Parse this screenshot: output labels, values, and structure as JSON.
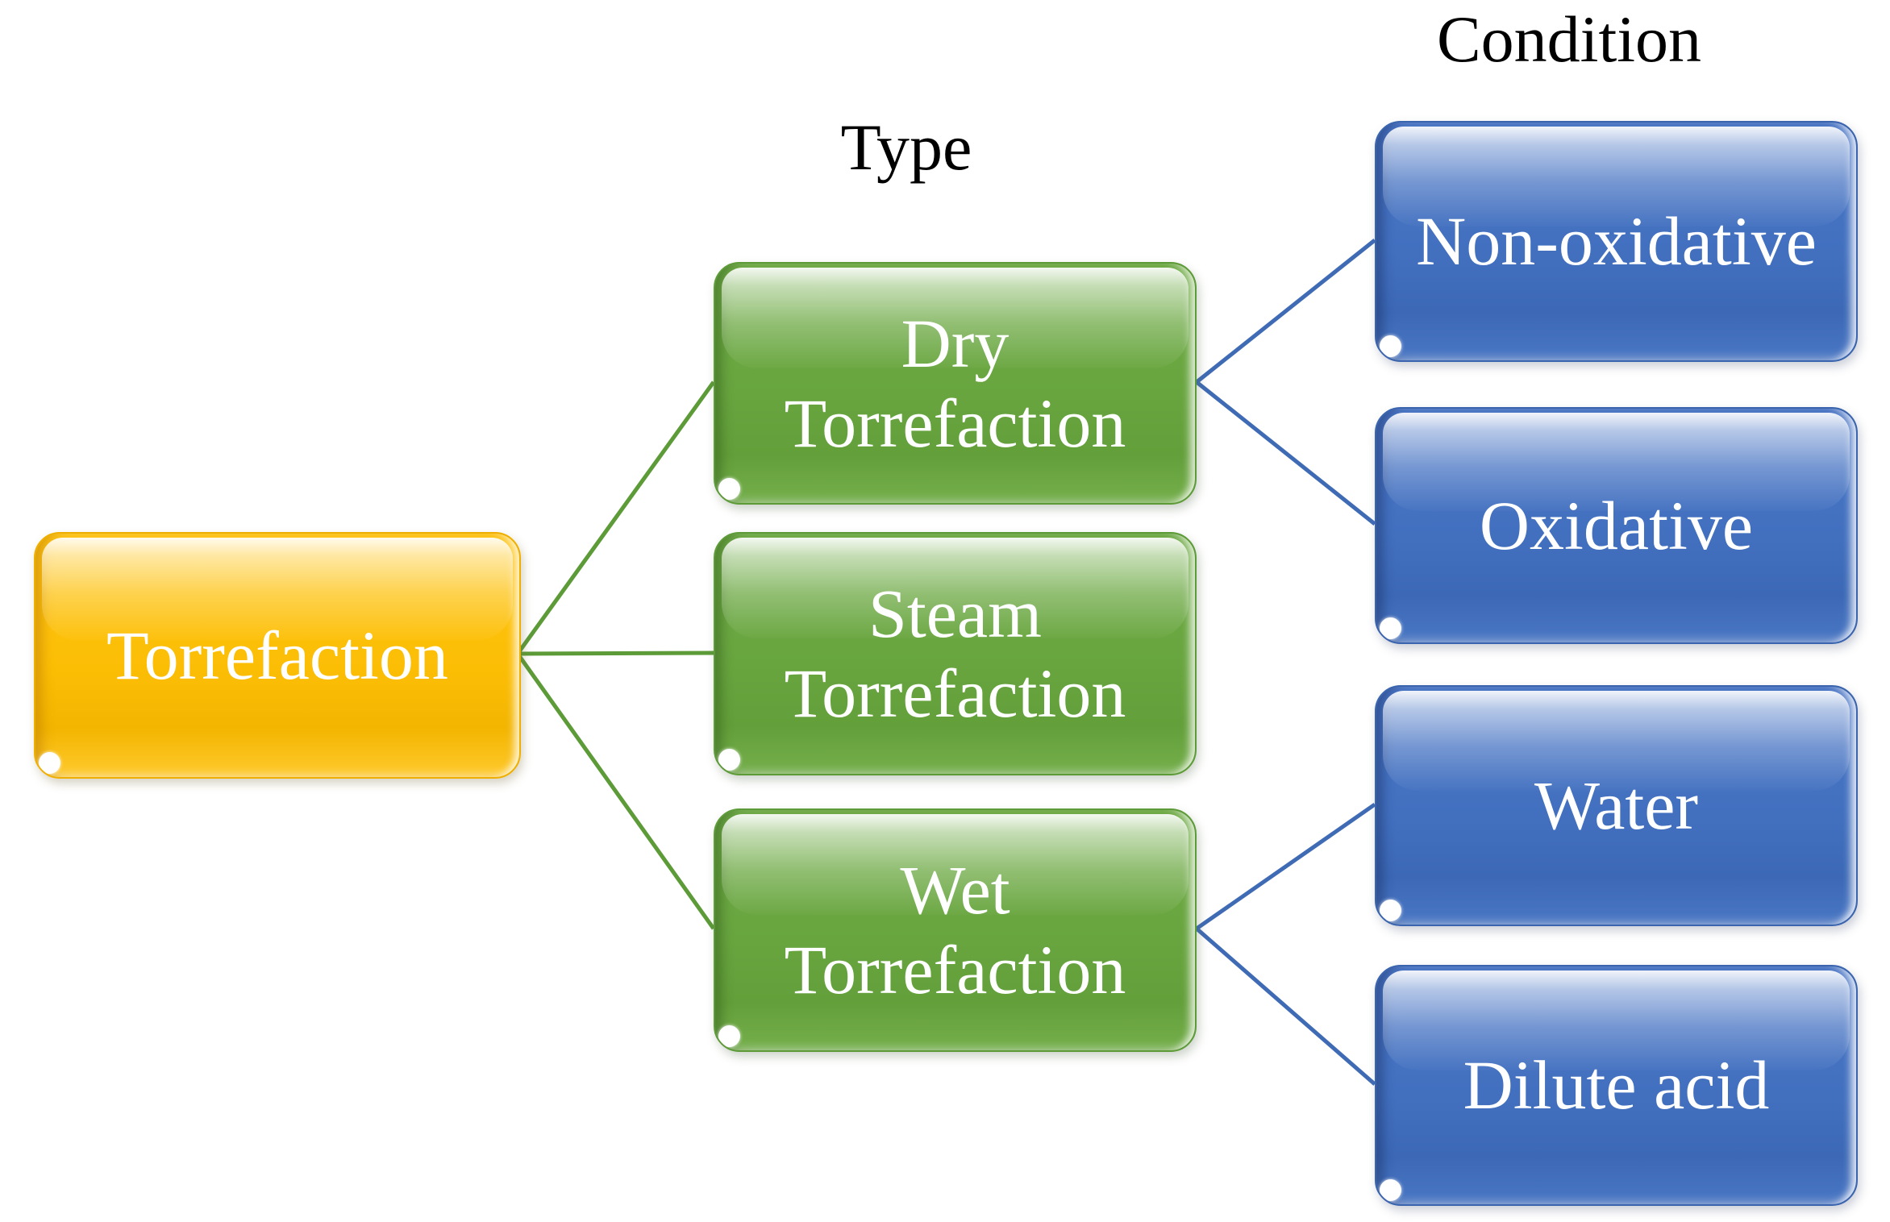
{
  "figure": {
    "headers": {
      "type": "Type",
      "condition": "Condition"
    },
    "root": {
      "id": "torrefaction",
      "label": "Torrefaction"
    },
    "types": [
      {
        "id": "dry-torrefaction",
        "label": [
          "Dry",
          "Torrefaction"
        ]
      },
      {
        "id": "steam-torrefaction",
        "label": [
          "Steam",
          "Torrefaction"
        ]
      },
      {
        "id": "wet-torrefaction",
        "label": [
          "Wet",
          "Torrefaction"
        ]
      }
    ],
    "conditions": [
      {
        "id": "non-oxidative",
        "label": "Non-oxidative"
      },
      {
        "id": "oxidative",
        "label": "Oxidative"
      },
      {
        "id": "water",
        "label": "Water"
      },
      {
        "id": "dilute-acid",
        "label": "Dilute acid"
      }
    ],
    "edges": [
      {
        "from": "torrefaction",
        "to": "dry-torrefaction"
      },
      {
        "from": "torrefaction",
        "to": "steam-torrefaction"
      },
      {
        "from": "torrefaction",
        "to": "wet-torrefaction"
      },
      {
        "from": "dry-torrefaction",
        "to": "non-oxidative"
      },
      {
        "from": "dry-torrefaction",
        "to": "oxidative"
      },
      {
        "from": "wet-torrefaction",
        "to": "water"
      },
      {
        "from": "wet-torrefaction",
        "to": "dilute-acid"
      }
    ],
    "colors": {
      "root_fill": "#FFC000",
      "type_fill": "#70AD47",
      "condition_fill": "#4472C4",
      "type_edge_line": "#5C9B38",
      "condition_edge_line": "#3F6BB5",
      "label_text": "#FFFFFF",
      "header_text": "#000000"
    }
  }
}
